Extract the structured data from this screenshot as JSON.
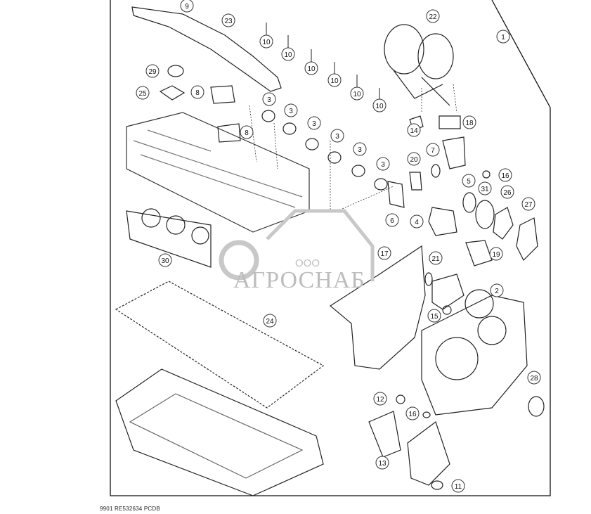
{
  "caption": "9901  RE532634  PCDB",
  "watermark": {
    "prefix": "ООО",
    "name": "АГРОСНАБ"
  },
  "callouts": [
    "9",
    "23",
    "10",
    "10",
    "10",
    "10",
    "10",
    "10",
    "22",
    "1",
    "29",
    "25",
    "8",
    "3",
    "8",
    "3",
    "3",
    "3",
    "3",
    "3",
    "14",
    "18",
    "20",
    "7",
    "16",
    "5",
    "31",
    "26",
    "27",
    "6",
    "4",
    "19",
    "30",
    "17",
    "21",
    "2",
    "15",
    "24",
    "28",
    "12",
    "16",
    "13",
    "11"
  ]
}
